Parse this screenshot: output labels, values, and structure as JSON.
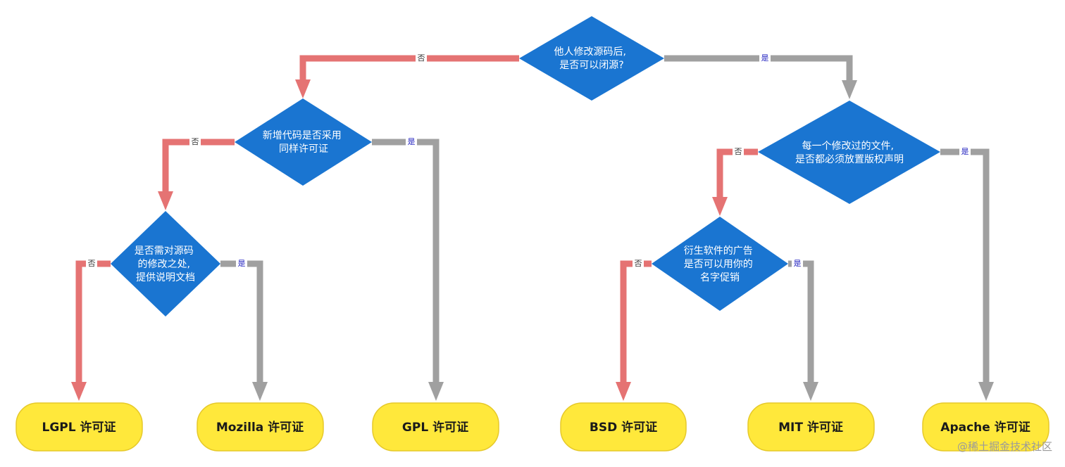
{
  "colors": {
    "question_fill": "#1a75d1",
    "leaf_fill": "#ffe83b",
    "leaf_stroke": "#e6c92a",
    "no_edge": "#e57373",
    "yes_edge": "#a0a0a0",
    "yes_label": "#1f1fbf",
    "no_label": "#333333"
  },
  "labels": {
    "no": "否",
    "yes": "是"
  },
  "questions": {
    "q1": [
      "他人修改源码后,",
      "是否可以闭源?"
    ],
    "q2": [
      "新增代码是否采用",
      "同样许可证"
    ],
    "q3": [
      "每一个修改过的文件,",
      "是否都必须放置版权声明"
    ],
    "q4": [
      "是否需对源码",
      "的修改之处,",
      "提供说明文档"
    ],
    "q5": [
      "衍生软件的广告",
      "是否可以用你的",
      "名字促销"
    ]
  },
  "leaves": {
    "lgpl": "LGPL 许可证",
    "mozilla": "Mozilla 许可证",
    "gpl": "GPL 许可证",
    "bsd": "BSD 许可证",
    "mit": "MIT 许可证",
    "apache": "Apache 许可证"
  },
  "watermark": "@稀土掘金技术社区"
}
